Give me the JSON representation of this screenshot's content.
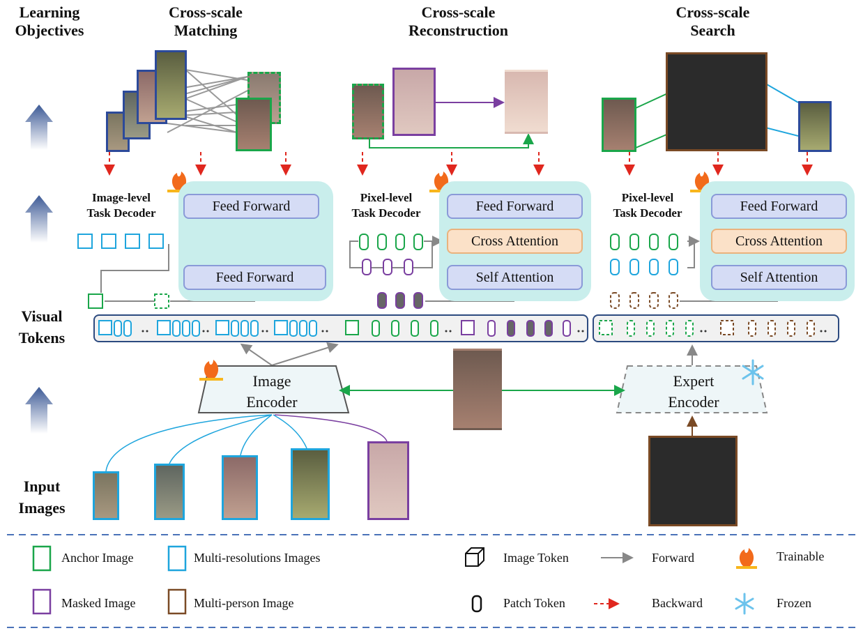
{
  "headers": {
    "objectives": "Learning\nObjectives",
    "matching": "Cross-scale\nMatching",
    "reconstruction": "Cross-scale\nReconstruction",
    "search": "Cross-scale\nSearch"
  },
  "side_labels": {
    "visual_tokens": "Visual\nTokens",
    "input_images": "Input\nImages"
  },
  "decoders": {
    "image_level": "Image-level\nTask Decoder",
    "pixel_level_1": "Pixel-level\nTask Decoder",
    "pixel_level_2": "Pixel-level\nTask Decoder"
  },
  "blocks": {
    "feed_forward": "Feed Forward",
    "cross_attention": "Cross Attention",
    "self_attention": "Self Attention"
  },
  "encoders": {
    "image": "Image\nEncoder",
    "expert": "Expert\nEncoder"
  },
  "legend": {
    "anchor": "Anchor Image",
    "multires": "Multi-resolutions Images",
    "masked": "Masked Image",
    "multiperson": "Multi-person Image",
    "image_token": "Image Token",
    "patch_token": "Patch Token",
    "forward": "Forward",
    "backward": "Backward",
    "trainable": "Trainable",
    "frozen": "Frozen"
  },
  "colors": {
    "anchor": "#1aa64a",
    "multires": "#1ea5dd",
    "masked": "#7a3fa0",
    "multiperson": "#7a4a25",
    "multires_dark": "#2c4a9a",
    "panel": "#c9eeec",
    "block": "#d5dcf5",
    "cross": "#fbe1c8",
    "forward": "#888888",
    "backward": "#e0271e"
  },
  "icons": [
    "fire-icon",
    "snowflake-icon",
    "cube-icon",
    "cylinder-icon",
    "up-arrow-icon"
  ]
}
